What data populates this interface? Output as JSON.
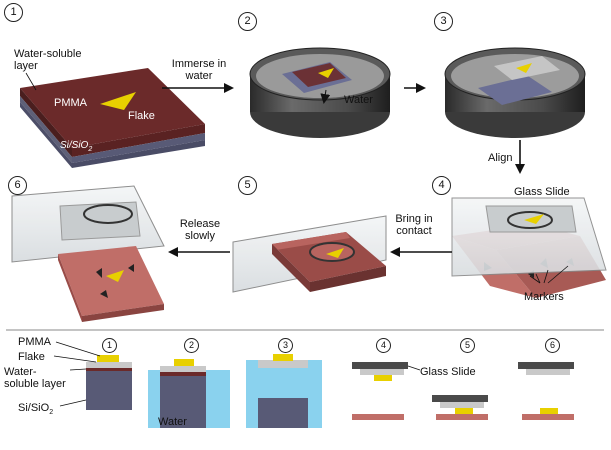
{
  "top_steps": {
    "step1": {
      "number": "1",
      "labels": {
        "water_soluble_layer": "Water-soluble layer",
        "pmma": "PMMA",
        "flake": "Flake",
        "substrate": "Si/SiO"
      }
    },
    "step2": {
      "number": "2",
      "water_label": "Water"
    },
    "step3": {
      "number": "3"
    },
    "step4": {
      "number": "4",
      "glass_slide": "Glass Slide",
      "markers": "Markers"
    },
    "step5": {
      "number": "5"
    },
    "step6": {
      "number": "6"
    }
  },
  "arrows": {
    "immerse": "Immerse in water",
    "align": "Align",
    "bring_in_contact": "Bring in contact",
    "release_slowly": "Release slowly"
  },
  "bottom_panel": {
    "layer_labels": {
      "pmma": "PMMA",
      "flake": "Flake",
      "water_soluble_layer": "Water-soluble layer",
      "substrate": "Si/SiO"
    },
    "numbers": [
      "1",
      "2",
      "3",
      "4",
      "5",
      "6"
    ],
    "water_label": "Water",
    "glass_slide": "Glass Slide"
  },
  "colors": {
    "pmma_maroon": "#6b2a2a",
    "substrate_slate": "#585a76",
    "flake_yellow": "#e8d000",
    "water_blue": "#8ad2ee",
    "glass_gray": "#c8ccce",
    "pmma_pink": "#c06e68"
  }
}
